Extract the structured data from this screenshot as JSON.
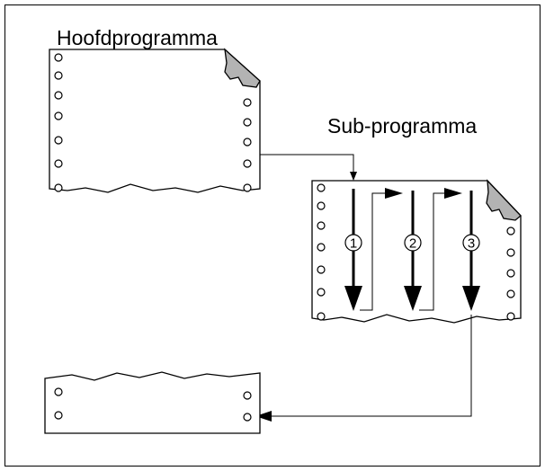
{
  "labels": {
    "main_program": "Hoofdprogramma",
    "sub_program": "Sub-programma"
  },
  "steps": [
    {
      "number": "1"
    },
    {
      "number": "2"
    },
    {
      "number": "3"
    }
  ],
  "colors": {
    "paper": "#ffffff",
    "outline": "#000000",
    "page_curl": "#b3b3b3"
  }
}
